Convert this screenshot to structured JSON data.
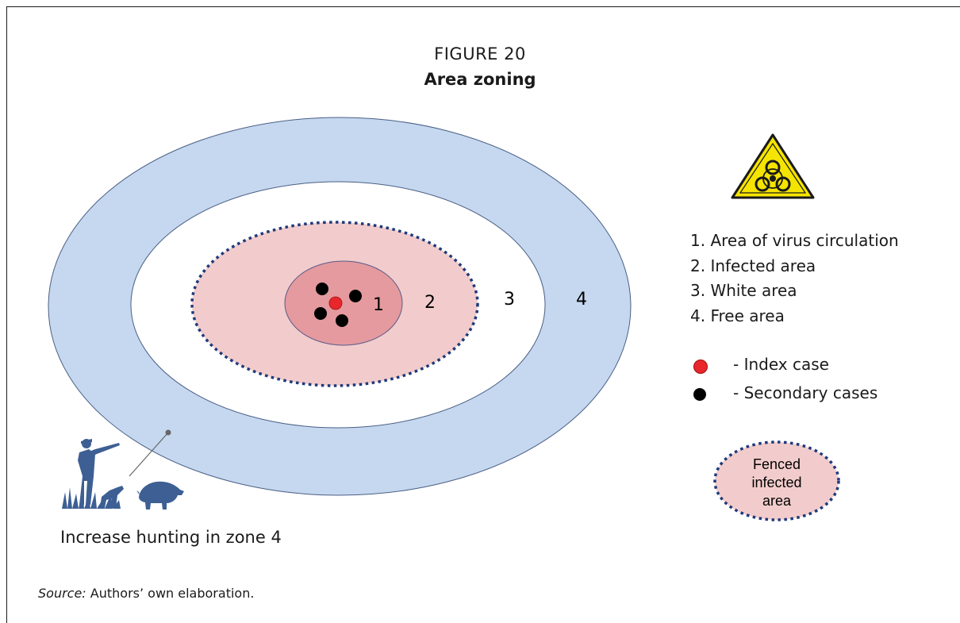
{
  "figure": {
    "label": "FIGURE 20",
    "title": "Area zoning"
  },
  "zones": [
    {
      "number": "1",
      "name": "Area of virus circulation",
      "color": "#e49a9e"
    },
    {
      "number": "2",
      "name": "Infected area",
      "color": "#f2cccc"
    },
    {
      "number": "3",
      "name": "White area",
      "color": "#ffffff"
    },
    {
      "number": "4",
      "name": "Free area",
      "color": "#c5d8ef"
    }
  ],
  "legend": {
    "items": [
      "1.  Area of virus circulation",
      "2.  Infected area",
      "3.  White area",
      "4.  Free area"
    ],
    "index_case": "-  Index case",
    "secondary_cases": "-  Secondary cases",
    "index_color": "#e8262b",
    "secondary_color": "#000000",
    "fenced_label": [
      "Fenced",
      "infected",
      "area"
    ],
    "fence_color": "#1f3a7a"
  },
  "hunting_caption": "Increase hunting in zone 4",
  "source": {
    "prefix": "Source:",
    "text": " Authors’ own elaboration."
  },
  "icons": [
    "biohazard-icon",
    "hunter-icon",
    "wild-boar-icon"
  ]
}
